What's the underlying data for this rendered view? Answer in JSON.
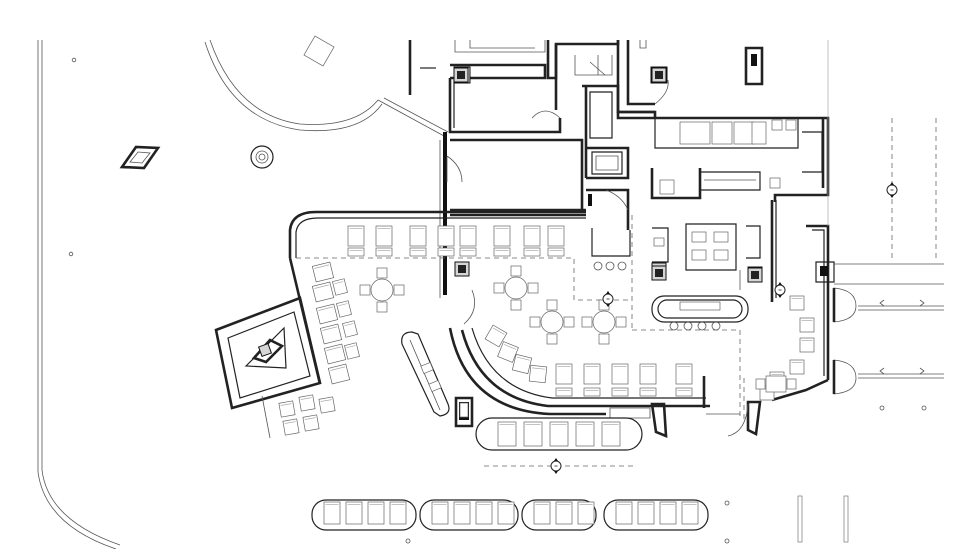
{
  "drawing": {
    "type": "architectural-floor-plan",
    "subject": "restaurant",
    "elevation_markers": 4,
    "entry_doors": 2,
    "label_text": []
  }
}
